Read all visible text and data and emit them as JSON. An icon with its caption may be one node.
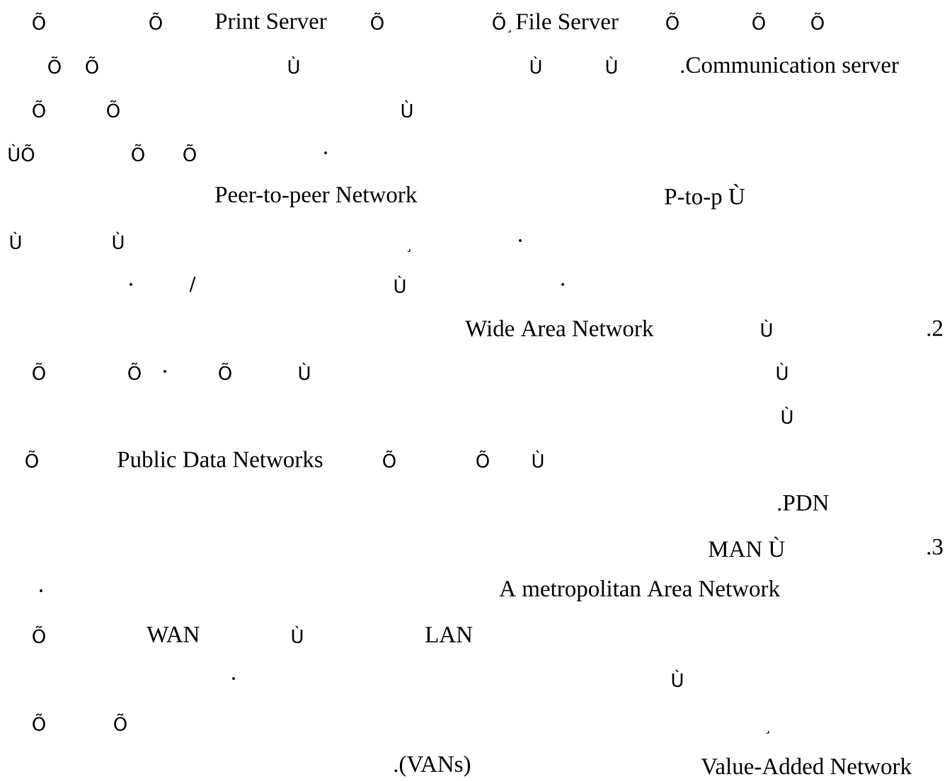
{
  "diagram": {
    "labels": [
      "Õ",
      "Õ",
      "Print Server",
      "Õ",
      "Õ",
      "¸",
      "File Server",
      "Õ",
      "Õ",
      "Õ",
      "Õ",
      "Õ",
      "Ù",
      "Ù",
      "Ù",
      ".Communication server",
      "Õ",
      "Õ",
      "Ù",
      "ÙÕ",
      "Õ",
      "Õ",
      ".",
      "Peer-to-peer Network",
      "P-to-p Ù",
      "Ù",
      "Ù",
      "¸",
      ".",
      ".",
      "/",
      "Ù",
      ".",
      "Wide Area Network",
      "Ù",
      ".2",
      "Õ",
      "Õ",
      ".",
      "Õ",
      "Ù",
      "Ù",
      "Ù",
      "Õ",
      "Public Data Networks",
      "Õ",
      "Õ",
      "Ù",
      ".PDN",
      "MAN Ù",
      ".3",
      ".",
      "A metropolitan Area Network",
      "Õ",
      "WAN",
      "Ù",
      "LAN",
      ".",
      "Ù",
      "Õ",
      "Õ",
      "¸",
      ".(VANs)",
      "Value-Added Network"
    ]
  }
}
